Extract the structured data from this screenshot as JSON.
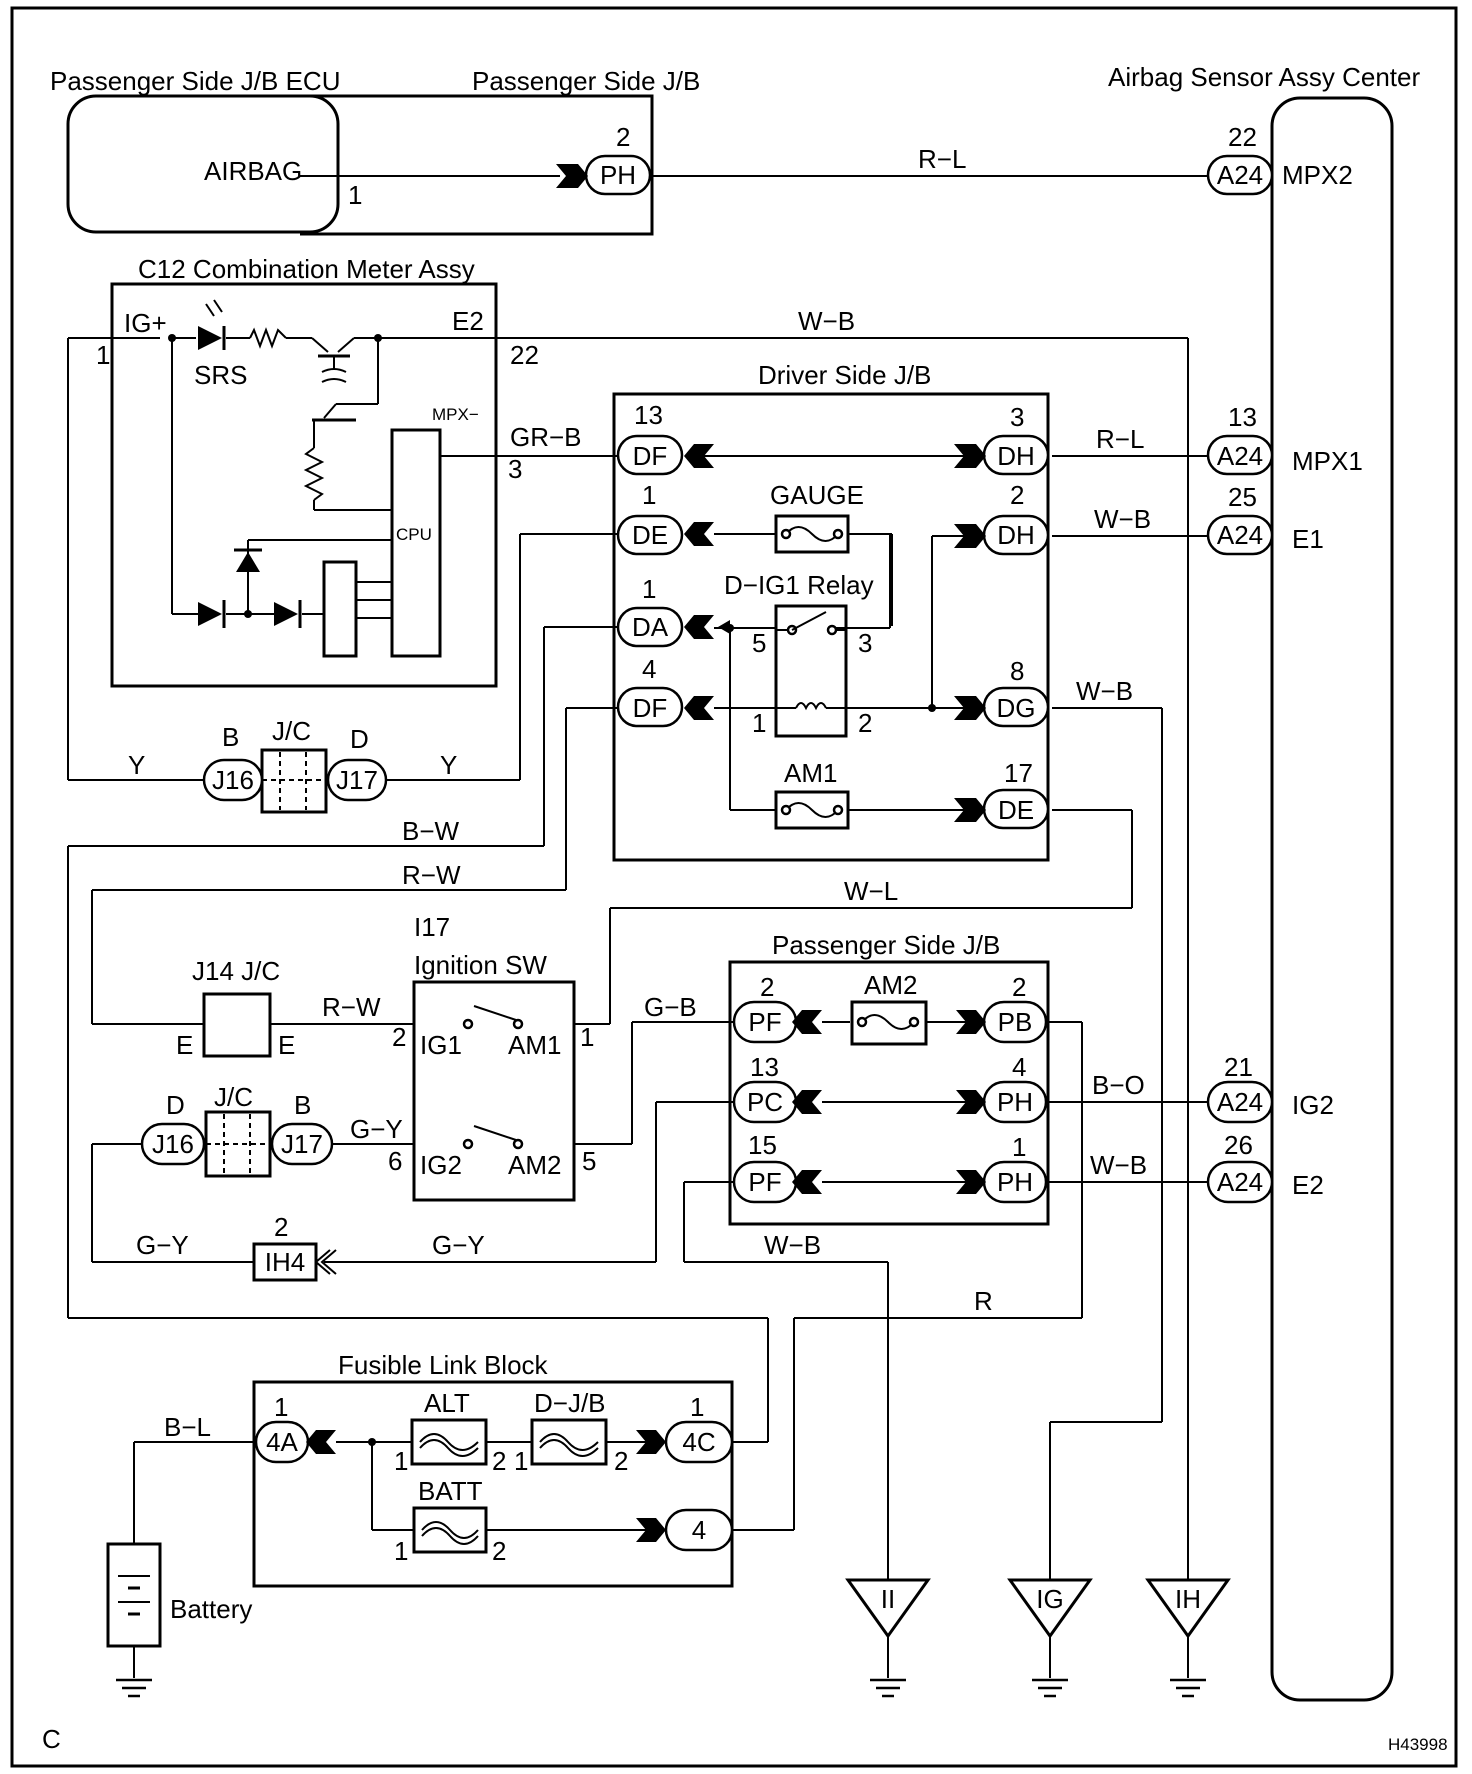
{
  "components": {
    "pass_jb_ecu": "Passenger Side J/B ECU",
    "pass_jb_top": "Passenger Side J/B",
    "airbag_sensor": "Airbag Sensor Assy Center",
    "airbag": "AIRBAG",
    "meter": "C12 Combination Meter Assy",
    "driver_jb": "Driver Side J/B",
    "ignition_id": "I17",
    "ignition": "Ignition SW",
    "pass_jb_mid": "Passenger Side J/B",
    "fusible": "Fusible Link Block",
    "battery": "Battery",
    "jc": "J/C",
    "j14": "J14 J/C"
  },
  "meter_labels": {
    "ig_plus": "IG+",
    "e2": "E2",
    "srs": "SRS",
    "mpx_minus": "MPX−",
    "cpu": "CPU"
  },
  "relay_labels": {
    "gauge": "GAUGE",
    "dig1": "D−IG1 Relay",
    "am1": "AM1",
    "am2": "AM2",
    "alt": "ALT",
    "djb": "D−J/B",
    "batt": "BATT"
  },
  "switch_labels": {
    "ig1": "IG1",
    "am1": "AM1",
    "ig2": "IG2",
    "am2": "AM2"
  },
  "terminals": {
    "mpx2": "MPX2",
    "mpx1": "MPX1",
    "e1": "E1",
    "ig2": "IG2",
    "e2": "E2"
  },
  "connectors": {
    "ph": "PH",
    "a24": "A24",
    "df": "DF",
    "de": "DE",
    "da": "DA",
    "dh": "DH",
    "dg": "DG",
    "j16": "J16",
    "j17": "J17",
    "pf": "PF",
    "pc": "PC",
    "pb": "PB",
    "ih4": "IH4",
    "c4a": "4A",
    "c4c": "4C",
    "c4": "4"
  },
  "pins": {
    "p1": "1",
    "p2": "2",
    "p3": "3",
    "p4": "4",
    "p5": "5",
    "p6": "6",
    "p8": "8",
    "p13": "13",
    "p15": "15",
    "p17": "17",
    "p21": "21",
    "p22": "22",
    "p25": "25",
    "p26": "26"
  },
  "letters": {
    "b": "B",
    "d": "D",
    "e": "E"
  },
  "wires": {
    "r_l": "R−L",
    "w_b": "W−B",
    "gr_b": "GR−B",
    "y": "Y",
    "b_w": "B−W",
    "r_w": "R−W",
    "w_l": "W−L",
    "g_b": "G−B",
    "g_y": "G−Y",
    "b_o": "B−O",
    "r": "R",
    "b_l": "B−L"
  },
  "grounds": {
    "ii": "II",
    "ig": "IG",
    "ih": "IH"
  },
  "corner": {
    "left": "C",
    "code": "H43998"
  }
}
